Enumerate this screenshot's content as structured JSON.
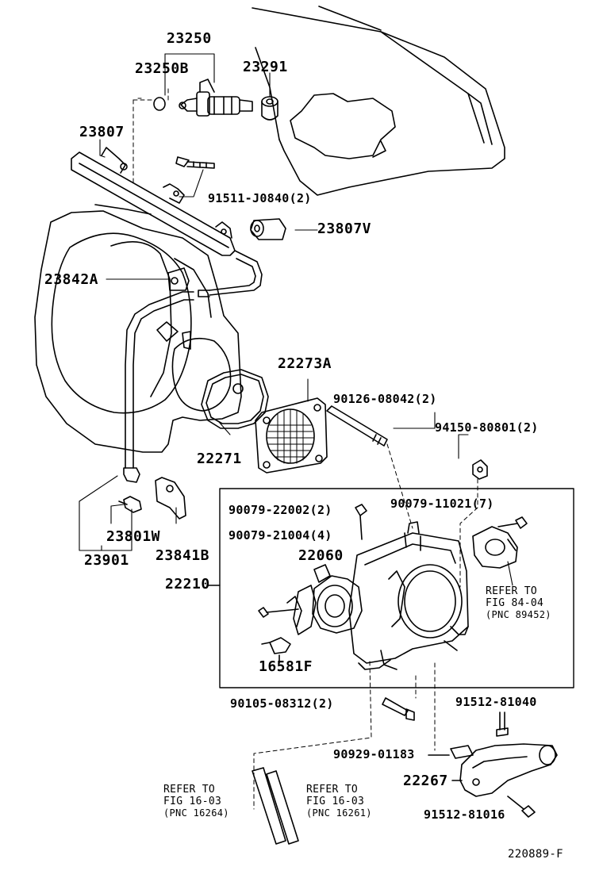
{
  "labels": {
    "p23250": "23250",
    "p23250b": "23250B",
    "p23291": "23291",
    "p23807": "23807",
    "p91511": "91511-J0840(2)",
    "p23807v": "23807V",
    "p23842a": "23842A",
    "p22273a": "22273A",
    "p90126": "90126-08042(2)",
    "p94150": "94150-80801(2)",
    "p22271": "22271",
    "p90079_22002": "90079-22002(2)",
    "p90079_11021": "90079-11021(7)",
    "p23801w": "23801W",
    "p23841b": "23841B",
    "p90079_21004": "90079-21004(4)",
    "p22060": "22060",
    "p23901": "23901",
    "p22210": "22210",
    "p16581f": "16581F",
    "p90105": "90105-08312(2)",
    "p91512_81040": "91512-81040",
    "p90929": "90929-01183",
    "p22267": "22267",
    "p91512_81016": "91512-81016"
  },
  "refs": {
    "ref_84_04": {
      "line1": "REFER TO",
      "line2": "FIG 84-04",
      "pnc": "(PNC 89452)"
    },
    "ref_16_03_a": {
      "line1": "REFER TO",
      "line2": "FIG 16-03",
      "pnc": "(PNC 16264)"
    },
    "ref_16_03_b": {
      "line1": "REFER TO",
      "line2": "FIG 16-03",
      "pnc": "(PNC 16261)"
    }
  },
  "footer": {
    "code": "220889-F"
  }
}
